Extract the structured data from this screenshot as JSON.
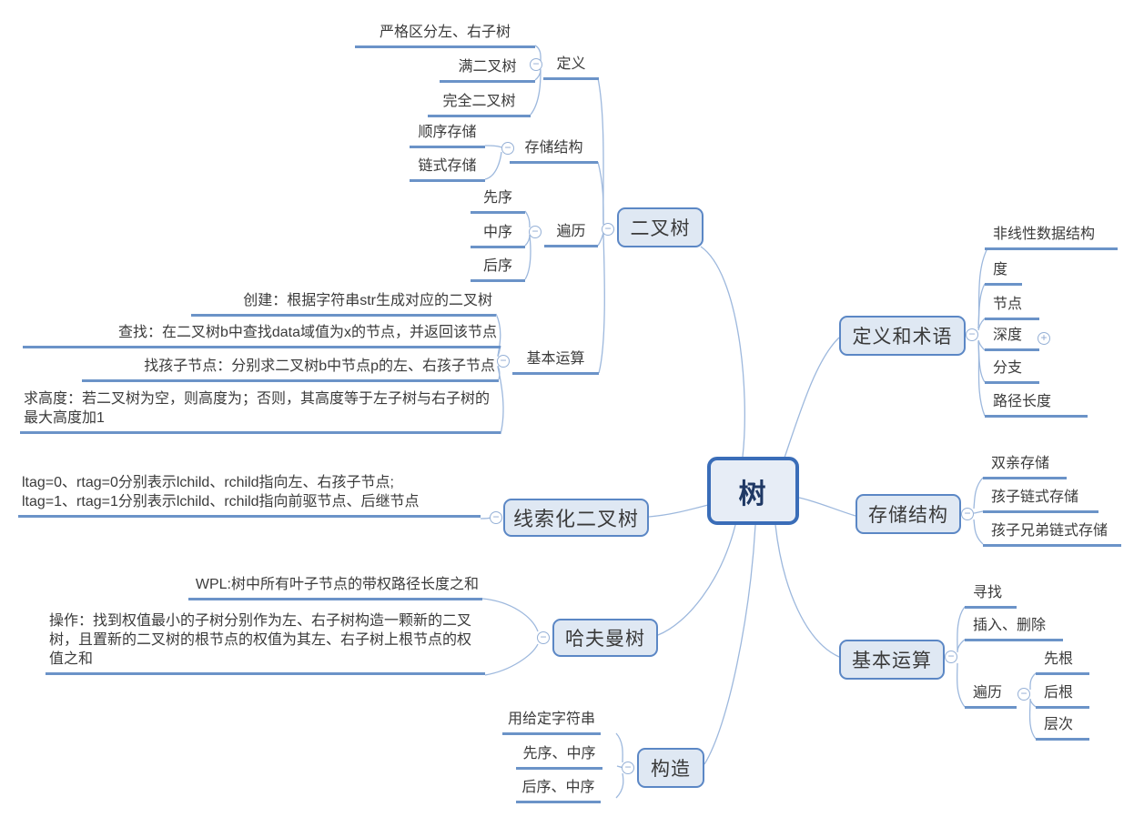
{
  "root": {
    "label": "树"
  },
  "binary_tree": {
    "label": "二叉树",
    "definition": {
      "label": "定义",
      "children": [
        "严格区分左、右子树",
        "满二叉树",
        "完全二叉树"
      ]
    },
    "storage": {
      "label": "存储结构",
      "children": [
        "顺序存储",
        "链式存储"
      ]
    },
    "traversal": {
      "label": "遍历",
      "children": [
        "先序",
        "中序",
        "后序"
      ]
    },
    "operations": {
      "label": "基本运算",
      "children": [
        "创建：根据字符串str生成对应的二叉树",
        "查找：在二叉树b中查找data域值为x的节点，并返回该节点",
        "找孩子节点：分别求二叉树b中节点p的左、右孩子节点",
        "求高度：若二叉树为空，则高度为；否则，其高度等于左子树与右子树的最大高度加1"
      ]
    }
  },
  "threaded_tree": {
    "label": "线索化二叉树",
    "note_lines": [
      "ltag=0、rtag=0分别表示lchild、rchild指向左、右孩子节点;",
      "ltag=1、rtag=1分别表示lchild、rchild指向前驱节点、后继节点"
    ]
  },
  "huffman_tree": {
    "label": "哈夫曼树",
    "wpl": "WPL:树中所有叶子节点的带权路径长度之和",
    "operation": "操作：找到权值最小的子树分别作为左、右子树构造一颗新的二叉树，且置新的二叉树的根节点的权值为其左、右子树上根节点的权值之和"
  },
  "construction": {
    "label": "构造",
    "children": [
      "用给定字符串",
      "先序、中序",
      "后序、中序"
    ]
  },
  "terms": {
    "label": "定义和术语",
    "children": [
      "非线性数据结构",
      "度",
      "节点",
      "深度",
      "分支",
      "路径长度"
    ]
  },
  "storage_right": {
    "label": "存储结构",
    "children": [
      "双亲存储",
      "孩子链式存储",
      "孩子兄弟链式存储"
    ]
  },
  "operations_right": {
    "label": "基本运算",
    "children": [
      "寻找",
      "插入、删除",
      "遍历"
    ],
    "traversal_children": [
      "先根",
      "后根",
      "层次"
    ]
  },
  "icons": {
    "collapse_glyph": "−",
    "expand_glyph": "+"
  },
  "colors": {
    "node_fill": "#dfe8f3",
    "node_border": "#5b87c5",
    "root_fill": "#e7edf6",
    "root_border": "#3a6db8",
    "root_text": "#1f3864",
    "underline": "#6b93c8",
    "connector": "#9db8dd",
    "text": "#3b3b3b"
  }
}
